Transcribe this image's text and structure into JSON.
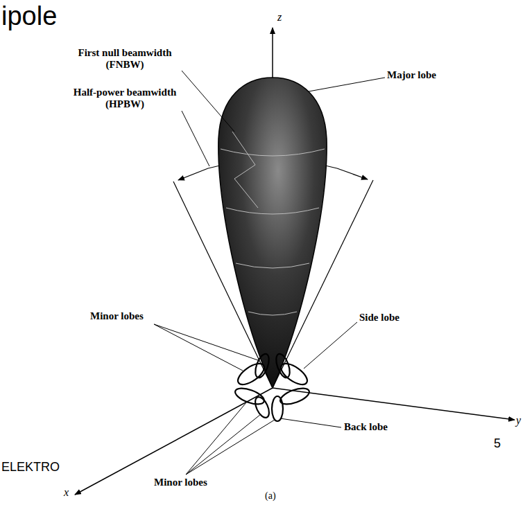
{
  "diagram": {
    "title": "ipole",
    "labels": [
      "First null beamwidth (FNBW)",
      "Half-power beamwidth (HPBW)",
      "Major lobe",
      "Minor lobes",
      "Side lobe",
      "Back lobe",
      "Minor lobes",
      "z",
      "y",
      "x",
      "(a)",
      "ELEKTRO",
      "5"
    ]
  }
}
